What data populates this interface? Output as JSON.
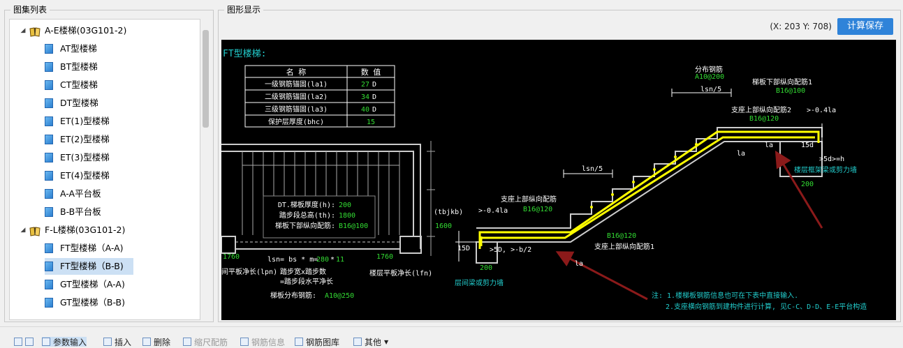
{
  "panels": {
    "left_title": "图集列表",
    "right_title": "图形显示"
  },
  "tree": [
    {
      "label": "A-E楼梯(03G101-2)",
      "level": 0,
      "type": "book"
    },
    {
      "label": "AT型楼梯",
      "level": 1,
      "type": "doc"
    },
    {
      "label": "BT型楼梯",
      "level": 1,
      "type": "doc"
    },
    {
      "label": "CT型楼梯",
      "level": 1,
      "type": "doc"
    },
    {
      "label": "DT型楼梯",
      "level": 1,
      "type": "doc"
    },
    {
      "label": "ET(1)型楼梯",
      "level": 1,
      "type": "doc"
    },
    {
      "label": "ET(2)型楼梯",
      "level": 1,
      "type": "doc"
    },
    {
      "label": "ET(3)型楼梯",
      "level": 1,
      "type": "doc"
    },
    {
      "label": "ET(4)型楼梯",
      "level": 1,
      "type": "doc"
    },
    {
      "label": "A-A平台板",
      "level": 1,
      "type": "doc"
    },
    {
      "label": "B-B平台板",
      "level": 1,
      "type": "doc"
    },
    {
      "label": "F-L楼梯(03G101-2)",
      "level": 0,
      "type": "book"
    },
    {
      "label": "FT型楼梯（A-A)",
      "level": 1,
      "type": "doc"
    },
    {
      "label": "FT型楼梯（B-B)",
      "level": 1,
      "type": "doc",
      "selected": true
    },
    {
      "label": "GT型楼梯（A-A)",
      "level": 1,
      "type": "doc"
    },
    {
      "label": "GT型楼梯（B-B)",
      "level": 1,
      "type": "doc"
    }
  ],
  "header": {
    "coords": "(X: 203 Y: 708)",
    "save_label": "计算保存"
  },
  "drawing": {
    "title": "FT型楼梯:",
    "table": {
      "col_name": "名  称",
      "col_value": "数  值",
      "rows": [
        {
          "name": "一级钢筋锚固(la1)",
          "value": "27",
          "unit": "D"
        },
        {
          "name": "二级钢筋锚固(la2)",
          "value": "34",
          "unit": "D"
        },
        {
          "name": "三级钢筋锚固(la3)",
          "value": "40",
          "unit": "D"
        },
        {
          "name": "保护层厚度(bhc)",
          "value": "15",
          "unit": ""
        }
      ]
    },
    "labels": {
      "dt_thick": "DT.梯板厚度(h):",
      "dt_thick_v": "200",
      "step_h": "踏步段总高(th):",
      "step_h_v": "1800",
      "lower_bar": "梯板下部纵向配筋:",
      "lower_bar_v": "B16@100",
      "lsn_formula": "lsn= bs * m=",
      "lsn_v1": "280",
      "lsn_star": "*",
      "lsn_v2": "11",
      "dim_1760_a": "1760",
      "dim_1760_b": "1760",
      "lpn": "间平板净长(lpn)",
      "step_w": "踏步宽x踏步数",
      "step_horiz": "=踏步段水平净长",
      "lfn": "楼层平板净长(lfn)",
      "dist_bar": "梯板分布钢筋:",
      "dist_bar_v": "A10@250",
      "tbjkb": "(tbjkb)",
      "dim_1600": "1600",
      "dist_top": "分布钢筋",
      "dist_top_v": "A10@200",
      "lsn5_a": "lsn/5",
      "lsn5_b": "lsn/5",
      "lower_bar1": "梯板下部纵向配筋1",
      "lower_bar1_v": "B16@100",
      "sup_upper2": "支座上部纵向配筋2",
      "sup_upper2_v": "B16@120",
      "sup_upper": "支座上部纵向配筋",
      "sup_upper_v": "B16@120",
      "sup_upper1": "支座上部纵向配筋1",
      "sup_upper1_v": "B16@120",
      "ge04la_a": ">-0.4la",
      "ge04la_b": ">-0.4la",
      "la_a": "la",
      "la_b": "la",
      "la_c": "la",
      "d15_a": "15d",
      "d15_b": "15D",
      "g5dh": ">5d>=h",
      "g5db2": ">5D, >-b/2",
      "beam_top": "楼层框架梁或剪力墙",
      "dim_200_a": "200",
      "beam_bottom": "层间梁或剪力墙",
      "dim_200_b": "200",
      "note1": "注: 1.楼梯板钢筋信息也可在下表中直接输入.",
      "note2": "2.支座横向钢筋到建构件进行计算, 见C-C、D-D、E-E平台构造"
    }
  },
  "toolbar": [
    {
      "label": "参数输入",
      "icon": "param-icon"
    },
    {
      "label": "插入",
      "icon": "insert-icon"
    },
    {
      "label": "删除",
      "icon": "delete-icon"
    },
    {
      "label": "缩尺配筋",
      "icon": "scale-icon"
    },
    {
      "label": "钢筋信息",
      "icon": "rebar-info-icon"
    },
    {
      "label": "钢筋图库",
      "icon": "rebar-lib-icon"
    },
    {
      "label": "其他",
      "icon": "other-icon"
    }
  ],
  "colors": {
    "canvas_bg": "#000000",
    "rebar": "#ffff00",
    "green_text": "#33dd33",
    "cyan_text": "#22cccc",
    "arrow": "#8b1a1a",
    "accent": "#2f83d9"
  }
}
